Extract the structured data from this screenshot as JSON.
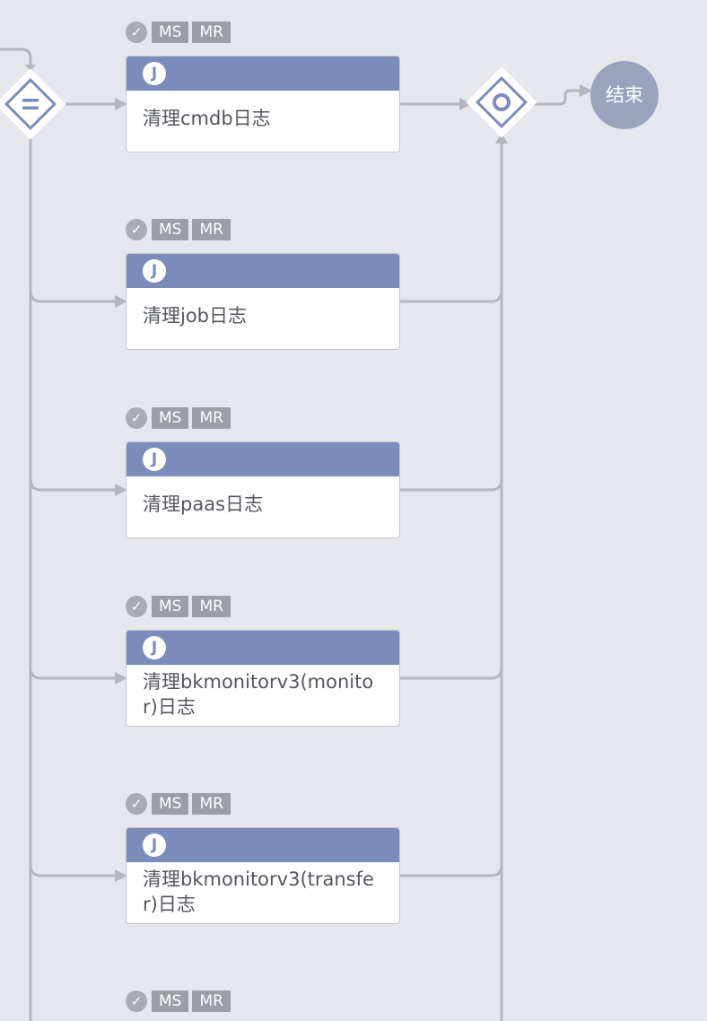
{
  "tasks": [
    {
      "label": "清理cmdb日志",
      "tag1": "MS",
      "tag2": "MR",
      "icon_letter": "J"
    },
    {
      "label": "清理job日志",
      "tag1": "MS",
      "tag2": "MR",
      "icon_letter": "J"
    },
    {
      "label": "清理paas日志",
      "tag1": "MS",
      "tag2": "MR",
      "icon_letter": "J"
    },
    {
      "label": "清理bkmonitorv3(monitor)日志",
      "tag1": "MS",
      "tag2": "MR",
      "icon_letter": "J"
    },
    {
      "label": "清理bkmonitorv3(transfer)日志",
      "tag1": "MS",
      "tag2": "MR",
      "icon_letter": "J"
    }
  ],
  "partial_task": {
    "tag1": "MS",
    "tag2": "MR"
  },
  "end_node": {
    "label": "结束"
  },
  "gateways": {
    "parallel": {
      "icon": "parallel-gateway-icon"
    },
    "converge": {
      "icon": "converge-gateway-icon"
    }
  },
  "colors": {
    "background": "#e6e7ec",
    "node_header": "#7b8cbc",
    "end_node": "#9aa3be",
    "edge": "#b4b6bc",
    "tag": "#9b9ea4"
  }
}
